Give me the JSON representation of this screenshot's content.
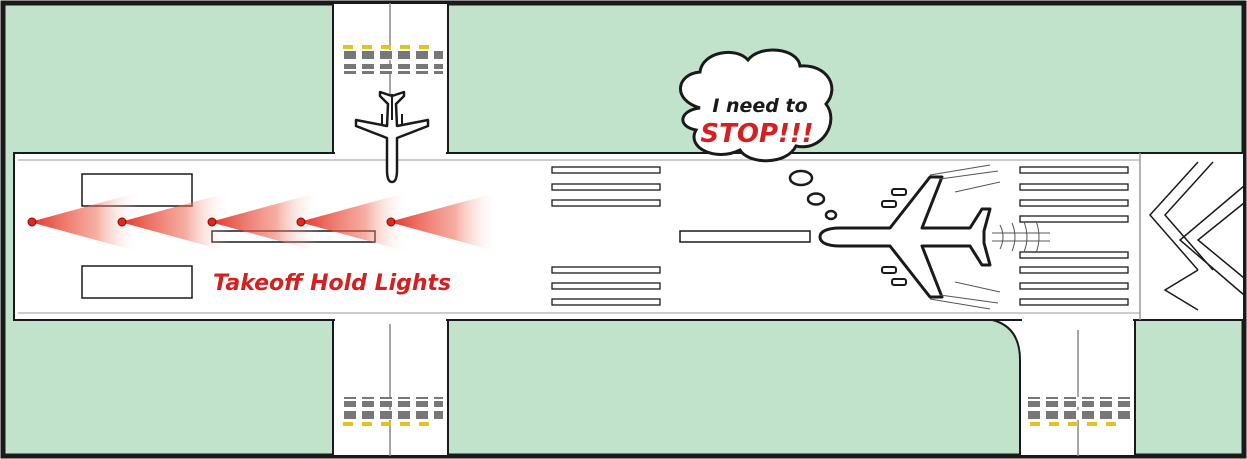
{
  "callout": {
    "line1": "I need to",
    "line2": "STOP!!!"
  },
  "caption": "Takeoff Hold Lights",
  "colors": {
    "grass": "#c1e3cc",
    "pavement": "#ffffff",
    "outline": "#1a1a1a",
    "light_red": "#e0291e",
    "hold_line_yellow": "#e8c21c",
    "caption_red": "#d42020"
  },
  "icons": [
    "airplane-icon",
    "thought-bubble-icon",
    "light-beam-icon"
  ]
}
